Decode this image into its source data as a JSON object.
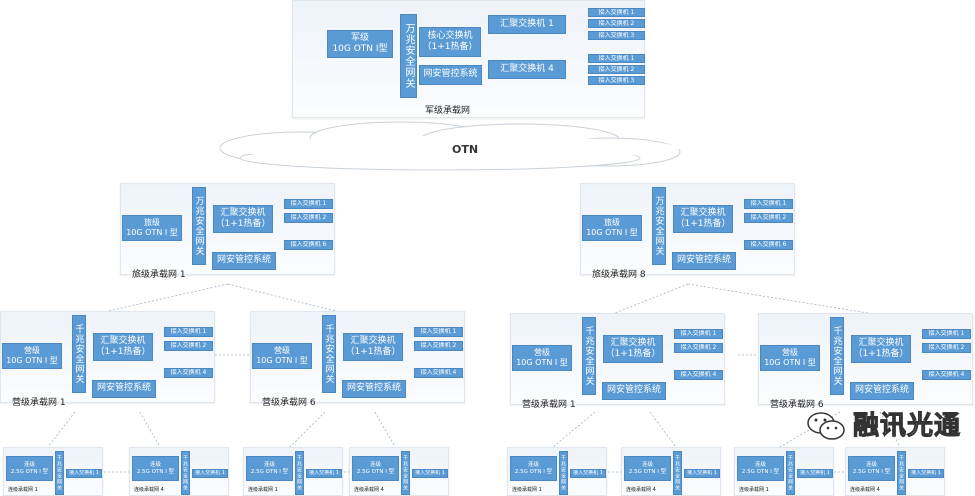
{
  "core": {
    "title": "军级承载网",
    "otn": "军级\n10G OTN I型",
    "gateway": "万兆安全网关",
    "core_switch": "核心交换机\n（1+1热备）",
    "security": "网安管控系统",
    "aggregations": [
      {
        "label": "汇聚交换机 1",
        "access": [
          "接入交换机 1",
          "接入交换机 2",
          "接入交换机 3"
        ]
      },
      {
        "label": "汇聚交换机 4",
        "access": [
          "接入交换机 1",
          "接入交换机 2",
          "接入交换机 3"
        ]
      }
    ]
  },
  "cloud": {
    "label": "OTN"
  },
  "brigades": [
    {
      "title": "旅级承载网 1",
      "otn": "旅级\n10G OTN I 型",
      "gateway": "万兆安全网关",
      "agg": "汇聚交换机\n（1+1热备）",
      "security": "网安管控系统",
      "access": [
        "接入交换机 1",
        "接入交换机 2",
        "接入交换机 6"
      ]
    },
    {
      "title": "旅级承载网 8",
      "otn": "旅级\n10G OTN I 型",
      "gateway": "万兆安全网关",
      "agg": "汇聚交换机\n（1+1热备）",
      "security": "网安管控系统",
      "access": [
        "接入交换机 1",
        "接入交换机 2",
        "接入交换机 6"
      ]
    }
  ],
  "battalions": [
    {
      "title": "营级承载网 1",
      "otn": "营级\n10G OTN I 型",
      "gateway": "千兆安全网关",
      "agg": "汇聚交换机\n（1+1热备）",
      "security": "网安管控系统",
      "access": [
        "接入交换机 1",
        "接入交换机 2",
        "接入交换机 4"
      ]
    },
    {
      "title": "营级承载网 6",
      "otn": "营级\n10G OTN I 型",
      "gateway": "千兆安全网关",
      "agg": "汇聚交换机\n（1+1热备）",
      "security": "网安管控系统",
      "access": [
        "接入交换机 1",
        "接入交换机 2",
        "接入交换机 4"
      ]
    },
    {
      "title": "营级承载网 1",
      "otn": "营级\n10G OTN I 型",
      "gateway": "千兆安全网关",
      "agg": "汇聚交换机\n（1+1热备）",
      "security": "网安管控系统",
      "access": [
        "接入交换机 1",
        "接入交换机 2",
        "接入交换机 4"
      ]
    },
    {
      "title": "营级承载网 6",
      "otn": "营级\n10G OTN I 型",
      "gateway": "千兆安全网关",
      "agg": "汇聚交换机\n（1+1热备）",
      "security": "网安管控系统",
      "access": [
        "接入交换机 1",
        "接入交换机 2",
        "接入交换机 4"
      ]
    }
  ],
  "companies": [
    {
      "title": "连级承载网 1",
      "otn": "连级\n2.5G OTN I 型",
      "gateway": "千兆安全网关",
      "access": "接入交换机 1"
    },
    {
      "title": "连级承载网 4",
      "otn": "连级\n2.5G OTN I 型",
      "gateway": "千兆安全网关",
      "access": "接入交换机 1"
    },
    {
      "title": "连级承载网 1",
      "otn": "连级\n2.5G OTN I 型",
      "gateway": "千兆安全网关",
      "access": "接入交换机 1"
    },
    {
      "title": "连级承载网 4",
      "otn": "连级\n2.5G OTN I 型",
      "gateway": "千兆安全网关",
      "access": "接入交换机 1"
    },
    {
      "title": "连级承载网 1",
      "otn": "连级\n2.5G OTN I 型",
      "gateway": "千兆安全网关",
      "access": "接入交换机 1"
    },
    {
      "title": "连级承载网 4",
      "otn": "连级\n2.5G OTN I 型",
      "gateway": "千兆安全网关",
      "access": "接入交换机 1"
    },
    {
      "title": "连级承载网 1",
      "otn": "连级\n2.5G OTN I 型",
      "gateway": "千兆安全网关",
      "access": "接入交换机 1"
    },
    {
      "title": "连级承载网 4",
      "otn": "连级\n2.5G OTN I 型",
      "gateway": "千兆安全网关",
      "access": "接入交换机 1"
    }
  ],
  "watermark": {
    "text": "融讯光通"
  }
}
